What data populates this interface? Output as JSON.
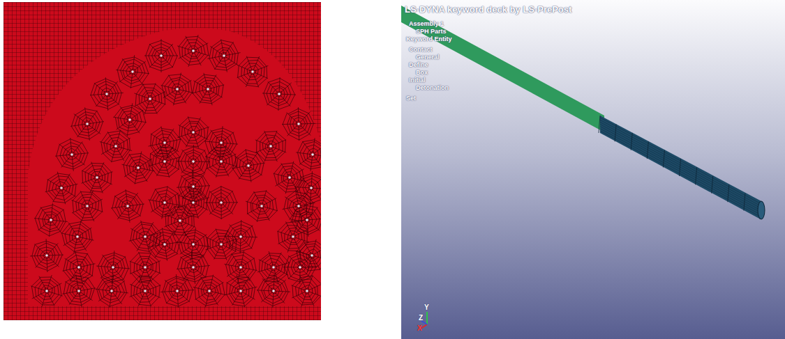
{
  "diagram": {
    "labels": [
      "LS-DYNA keyword deck by LS-PrePost",
      "Assembly 1",
      "SPH Parts",
      "Keyword Entity",
      "Contact",
      "General",
      "Define",
      "Box",
      "Initial",
      "Detonation",
      "Set",
      "Y",
      "Z",
      "X"
    ]
  }
}
